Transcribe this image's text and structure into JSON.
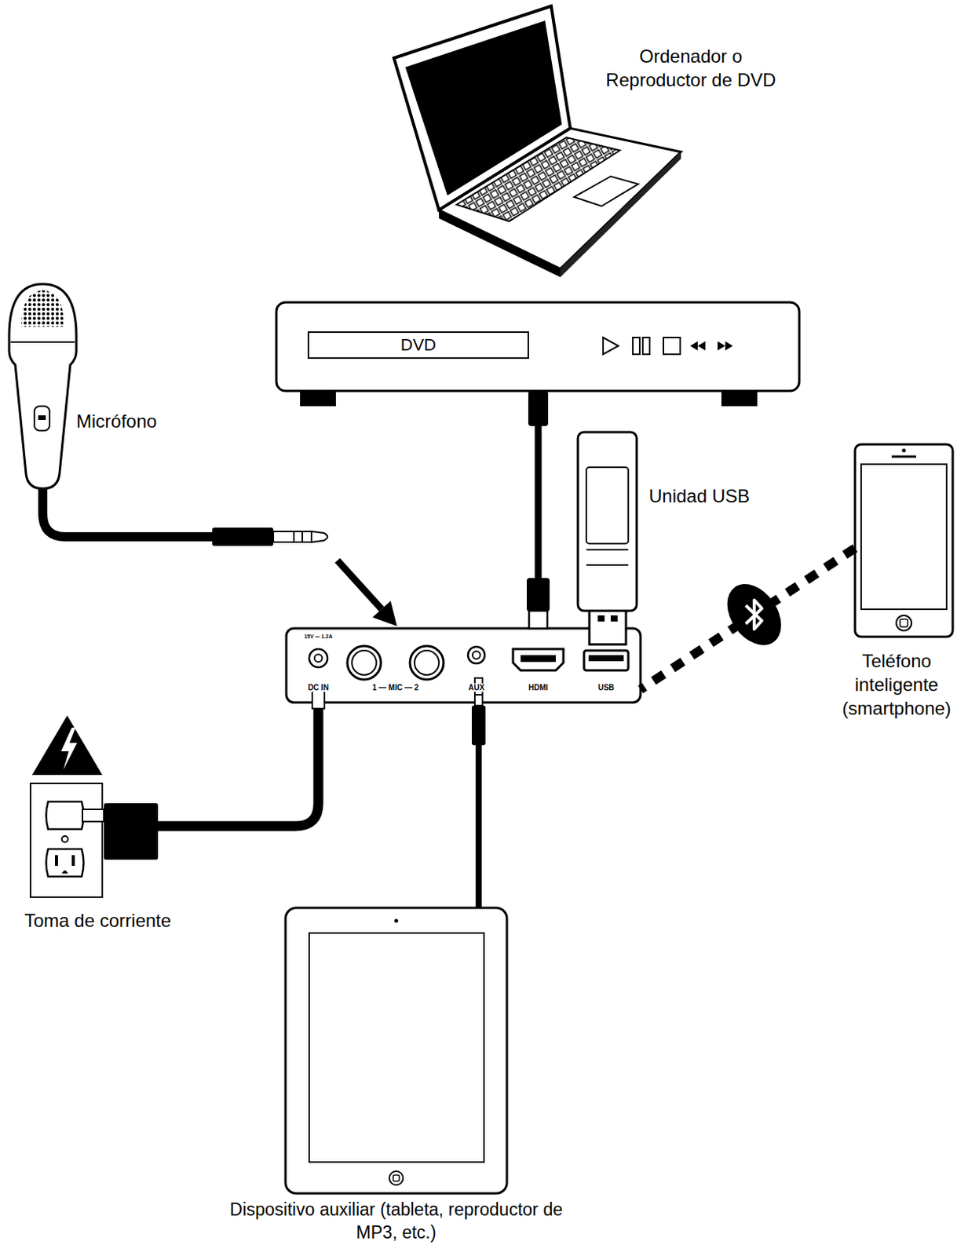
{
  "diagram": {
    "nodes": [
      {
        "text": [
          "Ordenador o Reproductor de DVD"
        ]
      },
      {
        "text": [
          "DVD"
        ]
      },
      {
        "text": [
          "Micrófono"
        ]
      },
      {
        "text": [
          "Unidad USB"
        ]
      },
      {
        "text": [
          "15V ⎓ 1.2A",
          "DC IN",
          "1 — MIC — 2",
          "AUX",
          "HDMI",
          "USB"
        ]
      },
      {
        "text": [
          "Teléfono inteligente (smartphone)"
        ]
      },
      {
        "text": [
          "Toma de corriente"
        ]
      },
      {
        "text": [
          "Dispositivo auxiliar (tableta, reproductor de MP3, etc.)"
        ]
      }
    ],
    "edges": [
      {
        "from": 2,
        "to": 4,
        "arrow": "to"
      },
      {
        "from": 1,
        "to": 4,
        "arrow": "none"
      },
      {
        "from": 5,
        "to": 4,
        "arrow": "none"
      },
      {
        "from": 6,
        "to": 4,
        "arrow": "none"
      },
      {
        "from": 7,
        "to": 4,
        "arrow": "none"
      }
    ]
  }
}
